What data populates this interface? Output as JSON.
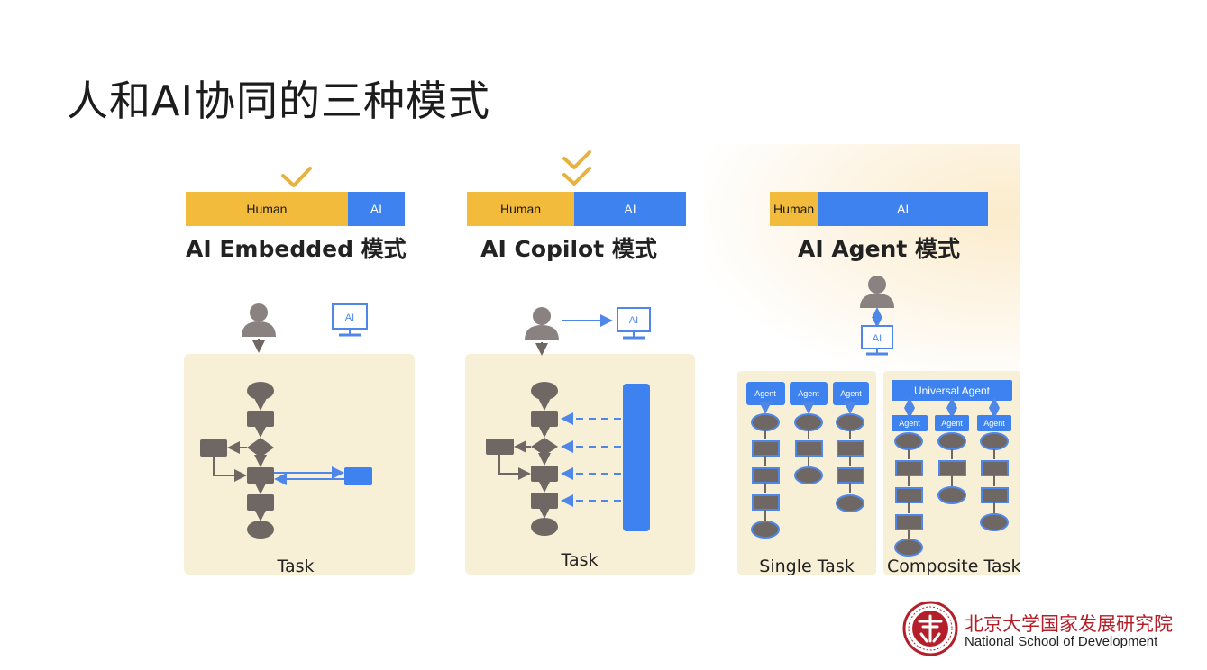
{
  "slide": {
    "title": "人和AI协同的三种模式"
  },
  "modes": [
    {
      "label": "AI Embedded 模式",
      "bar": {
        "human_label": "Human",
        "ai_label": "AI",
        "human_share": 0.74
      },
      "checks": 1,
      "panel_label": "Task"
    },
    {
      "label": "AI Copilot 模式",
      "bar": {
        "human_label": "Human",
        "ai_label": "AI",
        "human_share": 0.49
      },
      "checks": 2,
      "panel_label": "Task"
    },
    {
      "label": "AI Agent 模式",
      "bar": {
        "human_label": "Human",
        "ai_label": "AI",
        "human_share": 0.22
      },
      "checks": 0,
      "panel_labels": [
        "Single Task",
        "Composite Task"
      ]
    }
  ],
  "icons": {
    "monitor_label": "AI"
  },
  "agent": {
    "agent_label": "Agent",
    "universal_label": "Universal Agent"
  },
  "colors": {
    "human": "#f2bb3b",
    "ai": "#3d82ee",
    "check": "#e7b23f",
    "node": "#6f6764",
    "panel": "#f8efd7",
    "arrow_blue": "#4f87e8",
    "logo_red": "#b3202a"
  },
  "logo": {
    "name_cn": "北京大学国家发展研究院",
    "name_en": "National School of Development"
  }
}
